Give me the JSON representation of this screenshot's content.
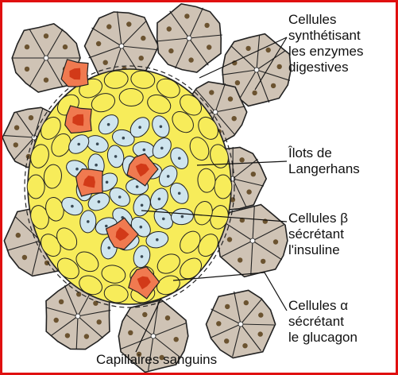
{
  "labels": {
    "acinar": [
      "Cellules",
      "synthétisant",
      "les enzymes",
      "digestives"
    ],
    "islets": [
      "Îlots de",
      "Langerhans"
    ],
    "beta": [
      "Cellules β",
      "sécrétant",
      "l'insuline"
    ],
    "alpha": [
      "Cellules α",
      "sécrétant",
      "le glucagon"
    ],
    "capillaries": "Capillaires sanguins"
  },
  "colors": {
    "border": "#e01010",
    "acinar_cell": "#cfc3b5",
    "acinar_nucleus": "#6b5330",
    "alpha_cell": "#f7ec5a",
    "beta_cell": "#cfe5ee",
    "capillary": "#f07a50",
    "capillary_core": "#d23a18",
    "outline": "#222222"
  }
}
